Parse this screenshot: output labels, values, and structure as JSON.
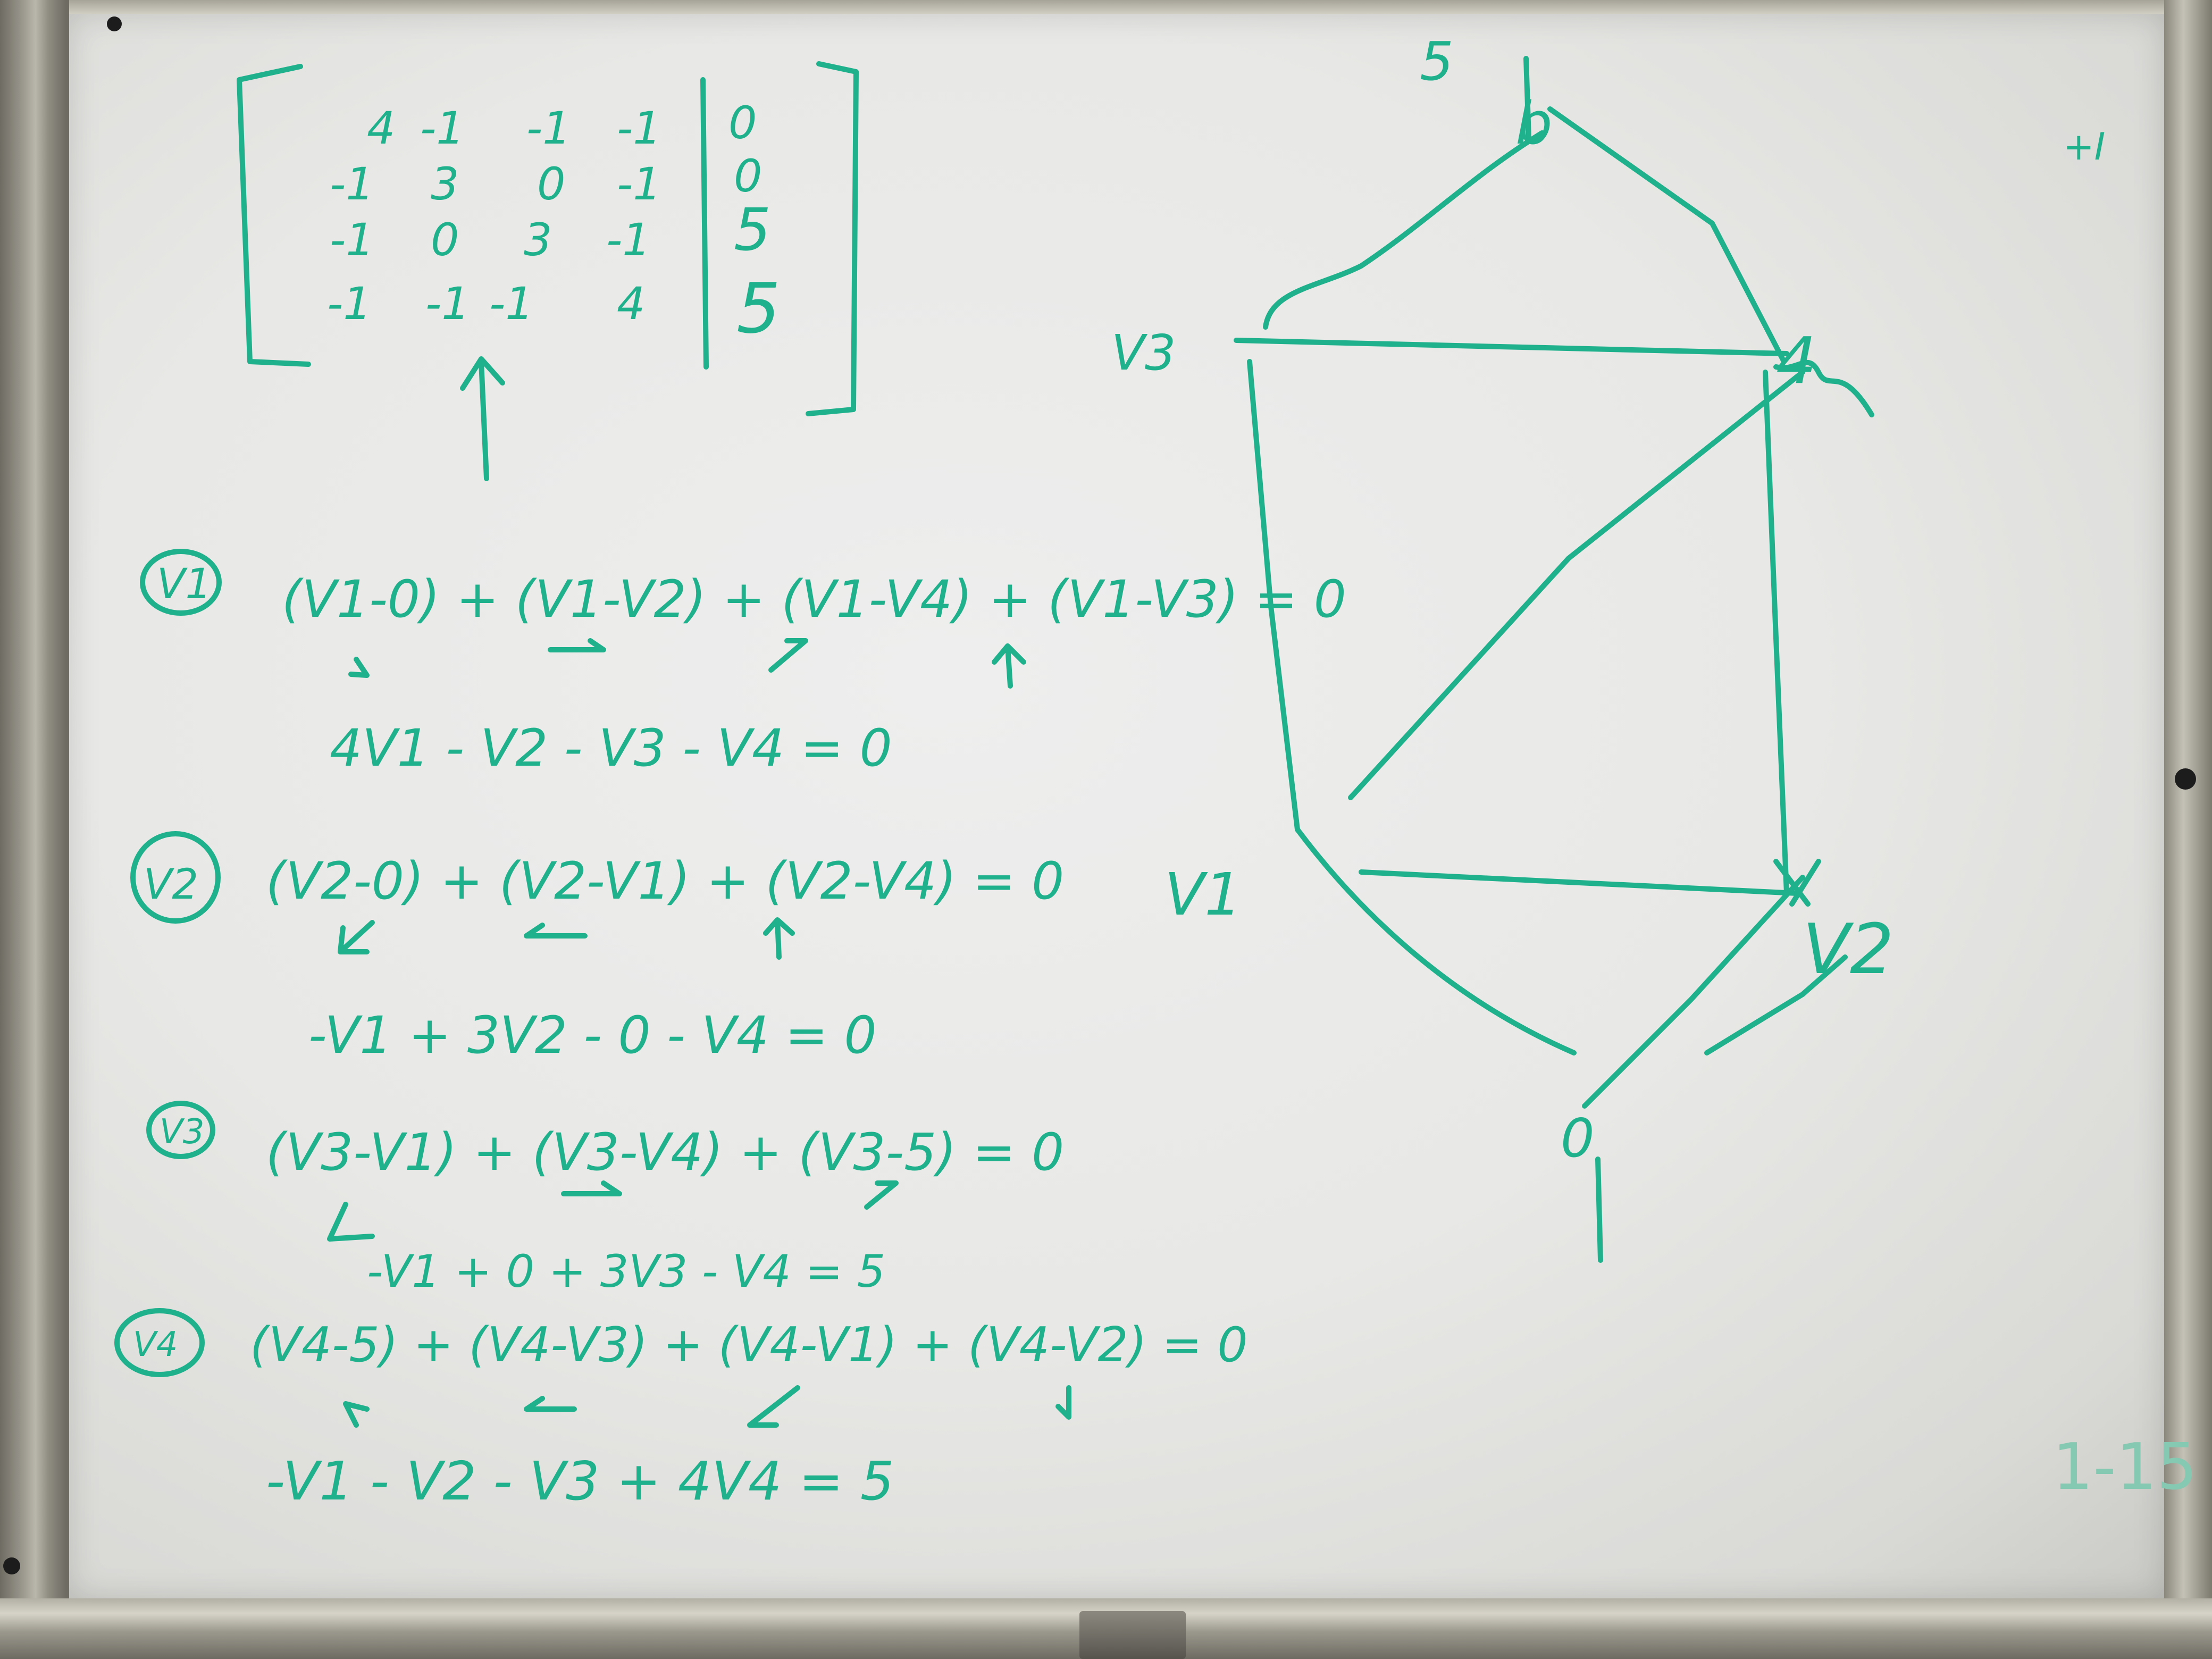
{
  "board": {
    "ink_color": "#1fb08c",
    "matrix": {
      "rows": [
        [
          "4",
          "-1",
          "-1",
          "-1"
        ],
        [
          "-1",
          "3",
          "0",
          "-1"
        ],
        [
          "-1",
          "0",
          "3",
          "-1"
        ],
        [
          "-1",
          "-1",
          "-1",
          "4"
        ]
      ],
      "rhs": [
        "0",
        "0",
        "5",
        "5"
      ]
    },
    "equations": [
      {
        "node": "V1",
        "kcl": "(V1-0) + (V1-V2) + (V1-V4) + (V1-V3) = 0",
        "simplified": "4V1 - V2 - V3 - V4 = 0"
      },
      {
        "node": "V2",
        "kcl": "(V2-0) + (V2-V1) + (V2-V4) = 0",
        "simplified": "-V1 + 3V2 - 0 - V4 = 0"
      },
      {
        "node": "V3",
        "kcl": "(V3-V1) + (V3-V4) + (V3-5) = 0",
        "simplified": "-V1 + 0 + 3V3 - V4 = 5"
      },
      {
        "node": "V4",
        "kcl": "(V4-5) + (V4-V3) + (V4-V1) + (V4-V2) = 0",
        "simplified": "-V1 - V2 - V3 + 4V4 = 5"
      }
    ],
    "graph_labels": {
      "top_value": "5",
      "top_node": "b",
      "left_top": "V3",
      "right_top": "4",
      "left_bottom": "V1",
      "right_bottom": "V2",
      "ground": "0"
    },
    "corner_note": "+I",
    "faint_note": "1-15"
  }
}
